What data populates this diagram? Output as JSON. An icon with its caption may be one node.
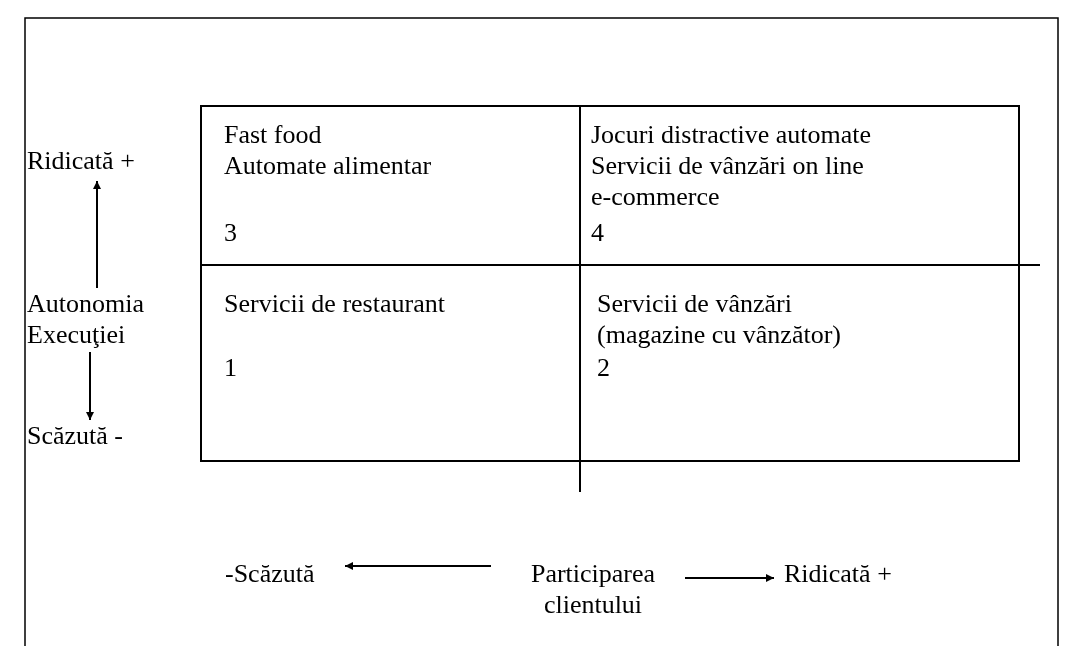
{
  "diagram": {
    "nodes": [
      {
        "text": [
          "Ridicată +"
        ]
      },
      {
        "text": [
          "Autonomia Execuţiei"
        ]
      },
      {
        "text": [
          "Scăzută -"
        ]
      },
      {
        "text": [
          "Fast food",
          "Automate alimentar",
          "3"
        ]
      },
      {
        "text": [
          "Jocuri distractive automate",
          "Servicii de vânzări on line",
          "e-commerce",
          "4"
        ]
      },
      {
        "text": [
          "Servicii de restaurant",
          "1"
        ]
      },
      {
        "text": [
          "Servicii de vânzări (magazine cu vânzător)",
          "2"
        ]
      },
      {
        "text": [
          "-Scăzută"
        ]
      },
      {
        "text": [
          "Participarea clientului"
        ]
      },
      {
        "text": [
          "Ridicată +"
        ]
      }
    ],
    "edges": [
      {
        "from": 1,
        "to": 0,
        "arrow": "to"
      },
      {
        "from": 1,
        "to": 2,
        "arrow": "to"
      },
      {
        "from": 8,
        "to": 7,
        "arrow": "to"
      },
      {
        "from": 8,
        "to": 9,
        "arrow": "to"
      }
    ]
  }
}
